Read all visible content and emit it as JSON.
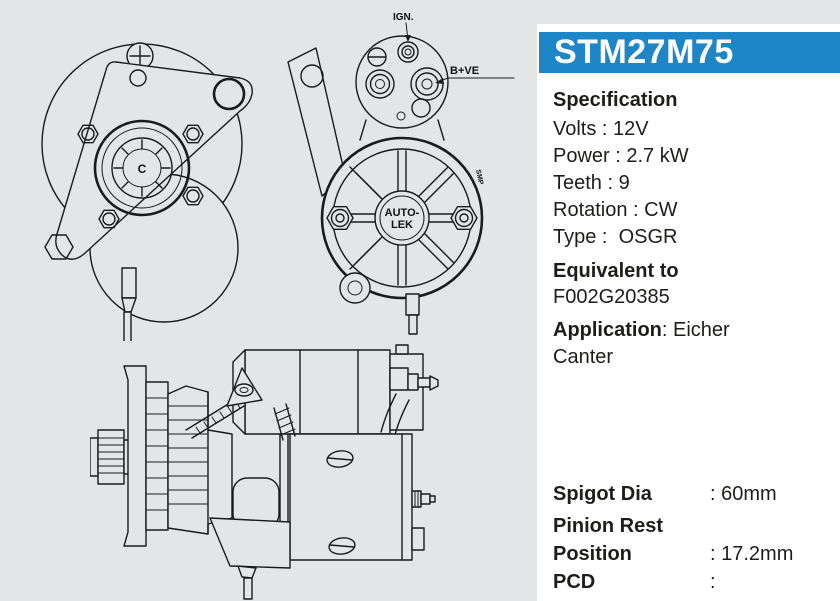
{
  "product": {
    "code": "STM27M75",
    "accent_color": "#1d86c6"
  },
  "specification": {
    "heading": "Specification",
    "lines": [
      "Volts : 12V",
      "Power : 2.7 kW",
      "Teeth : 9",
      "Rotation : CW",
      "Type :  OSGR"
    ]
  },
  "equivalent": {
    "heading": "Equivalent to",
    "value": "F002G20385"
  },
  "application": {
    "heading": "Application",
    "value": ": Eicher Canter"
  },
  "dimensions": {
    "rows": [
      {
        "label": "Spigot Dia",
        "value": ": 60mm"
      },
      {
        "label": "Pinion Rest",
        "value": ""
      },
      {
        "label": "Position",
        "value": ": 17.2mm"
      },
      {
        "label": "PCD",
        "value": ":"
      }
    ]
  },
  "drawings": {
    "front_view": {
      "center_label": "C"
    },
    "rear_view": {
      "terminal_ign": "IGN.",
      "terminal_bve": "B+VE",
      "brand_line1": "AUTO-",
      "brand_line2": "LEK",
      "side_marking": "SMP"
    }
  }
}
